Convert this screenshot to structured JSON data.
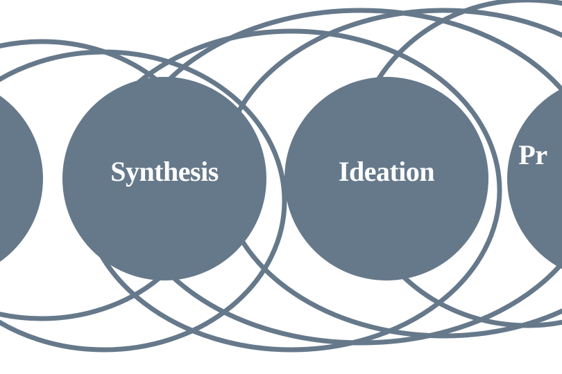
{
  "colors": {
    "node_fill": "#66798b",
    "loop_stroke": "#66798b",
    "label_text": "#ffffff",
    "background": "#ffffff"
  },
  "nodes": [
    {
      "id": "research",
      "label": ""
    },
    {
      "id": "synthesis",
      "label": "Synthesis"
    },
    {
      "id": "ideation",
      "label": "Ideation"
    },
    {
      "id": "prototyping",
      "label": "Pr"
    }
  ]
}
